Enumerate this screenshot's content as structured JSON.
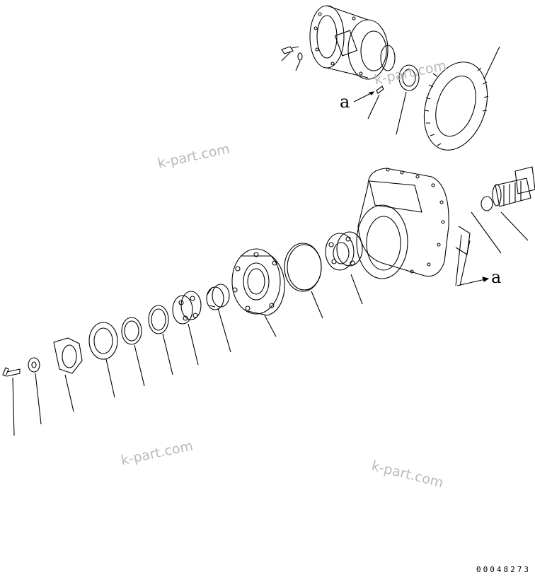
{
  "watermarks": [
    "k-part.com",
    "k-part.com",
    "k-part.com",
    "k-part.com"
  ],
  "callouts": [
    "a",
    "a"
  ],
  "drawing_code": "00048273",
  "colors": {
    "line": "#000000",
    "watermark": "#b9b9b9",
    "background": "#ffffff"
  }
}
